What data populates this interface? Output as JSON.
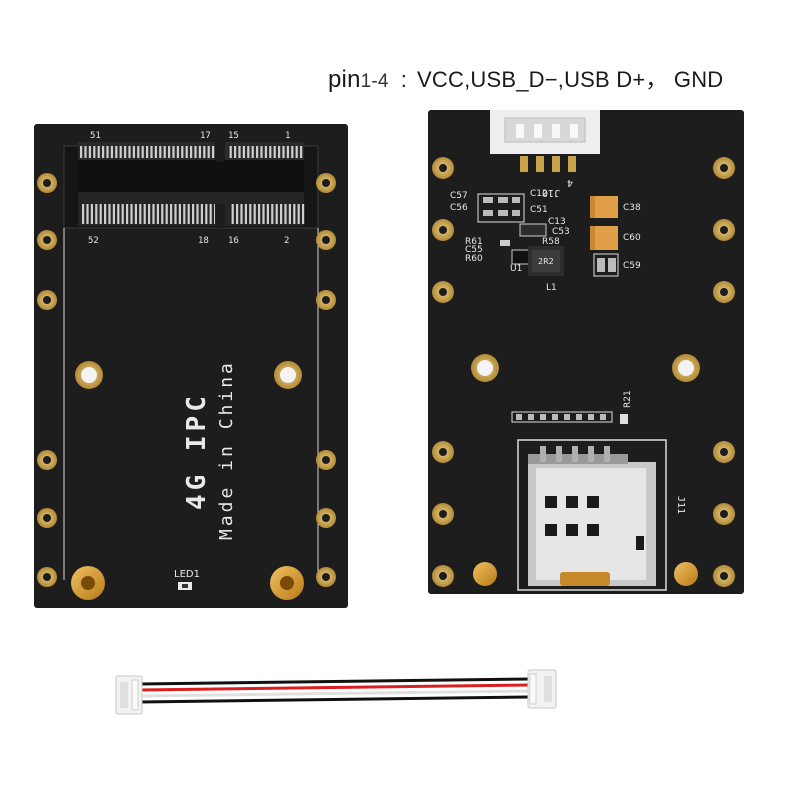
{
  "caption": {
    "pin_word": "pin",
    "pin_range": "1-4",
    "separator": ":",
    "signals": "VCC,USB_D−,USB D+， GND"
  },
  "left_board": {
    "main_text": "4G IPC",
    "sub_text": "Made in China",
    "slot_top_numbers": [
      "51",
      "17",
      "15",
      "1"
    ],
    "slot_bottom_numbers": [
      "52",
      "18",
      "16",
      "2"
    ],
    "led_label": "LED1"
  },
  "right_board": {
    "connector_label": "J10",
    "connector_pin": "4",
    "sim_label": "J11",
    "labels": [
      "C57",
      "C56",
      "C12",
      "C51",
      "C13",
      "C53",
      "C38",
      "C60",
      "C59",
      "R61",
      "C55",
      "R60",
      "R58",
      "U1",
      "L1",
      "R21"
    ]
  },
  "cable": {
    "wire_colors": [
      "#111111",
      "#d91f1f",
      "#f2f2f2",
      "#111111"
    ]
  },
  "colors": {
    "pcb": "#1c1c1c",
    "gold": "#c9a24a",
    "brass": "#d49a2a",
    "capacitor": "#e2a14a"
  }
}
